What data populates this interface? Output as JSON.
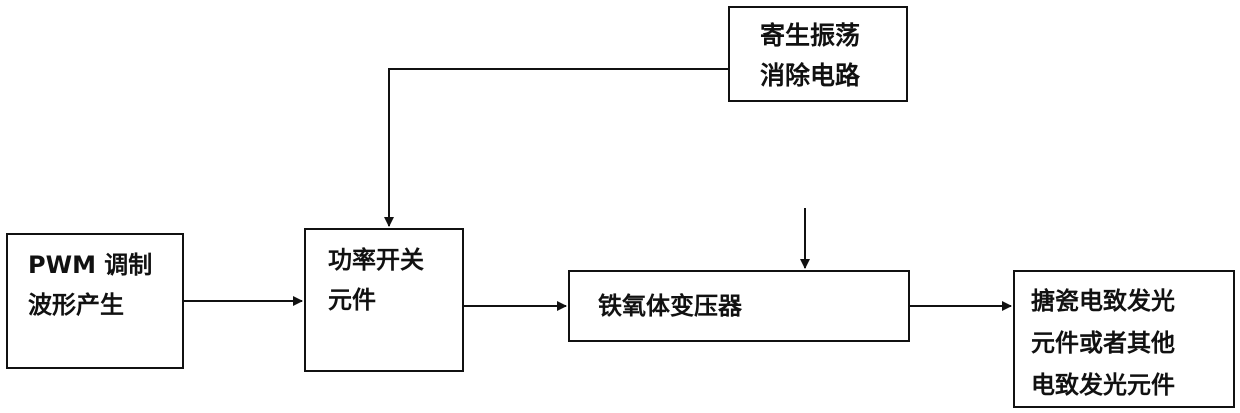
{
  "diagram": {
    "nodes": {
      "pwm": {
        "lines": [
          "PWM 调制",
          "波形产生"
        ]
      },
      "switch": {
        "lines": [
          "功率开关",
          "元件"
        ]
      },
      "ferrite": {
        "lines": [
          "铁氧体变压器"
        ]
      },
      "parasitic": {
        "lines": [
          "寄生振荡",
          "消除电路"
        ]
      },
      "el": {
        "lines": [
          "搪瓷电致发光",
          "元件或者其他",
          "电致发光元件"
        ]
      }
    },
    "edges": [
      {
        "from": "pwm",
        "to": "switch"
      },
      {
        "from": "switch",
        "to": "ferrite"
      },
      {
        "from": "ferrite",
        "to": "el"
      },
      {
        "from": "parasitic",
        "to": "switch"
      },
      {
        "from": "external-input",
        "to": "ferrite"
      }
    ],
    "colors": {
      "line": "#111111",
      "box_border": "#111111",
      "background": "#ffffff"
    }
  }
}
